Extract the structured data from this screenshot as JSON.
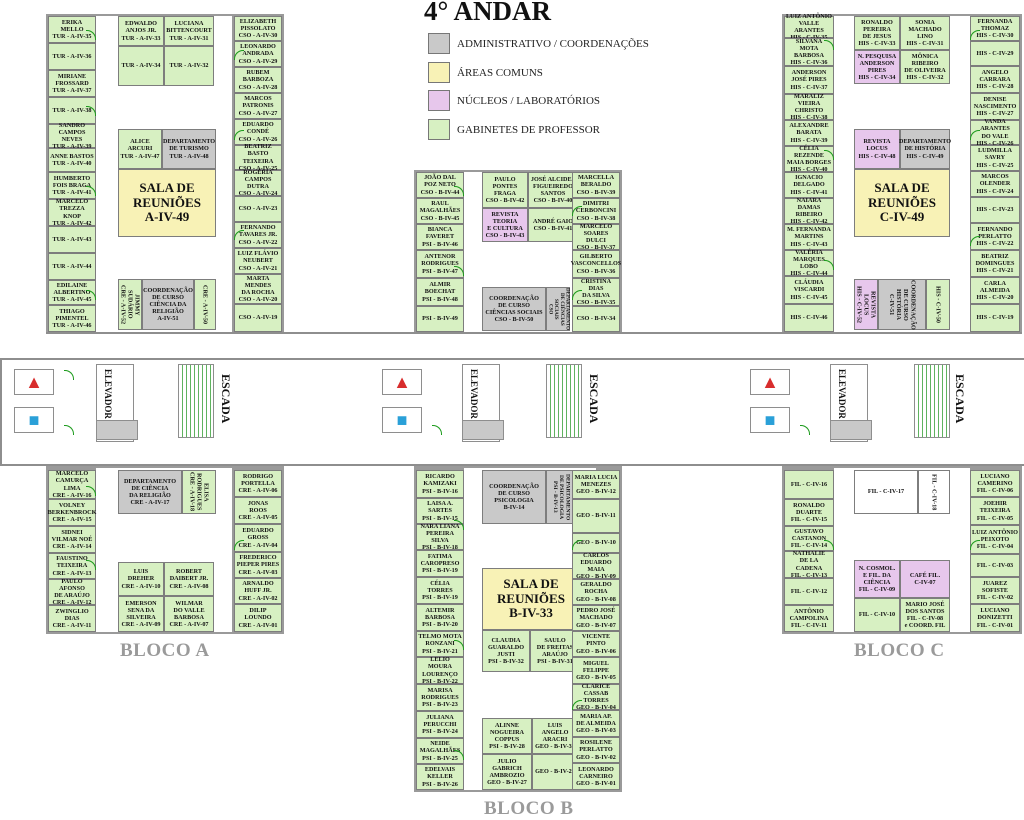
{
  "title": "4° ANDAR",
  "legend": [
    {
      "label": "ADMINISTRATIVO / COORDENAÇÕES",
      "color": "#c9c9c9"
    },
    {
      "label": "ÁREAS COMUNS",
      "color": "#f8f2b6"
    },
    {
      "label": "NÚCLEOS / LABORATÓRIOS",
      "color": "#e7c7ec"
    },
    {
      "label": "GABINETES DE PROFESSOR",
      "color": "#d7f0c2"
    }
  ],
  "blocks": {
    "a": "BLOCO A",
    "b": "BLOCO B",
    "c": "BLOCO C"
  },
  "labels": {
    "elevador": "ELEVADOR",
    "escada": "ESCADA"
  },
  "rooms": {
    "a1": "ERIKA MELLO\nTUR - A-IV-35",
    "a2": "TUR - A-IV-36",
    "a3": "MIRIANE\nFROSSARD\nTUR - A-IV-37",
    "a4": "TUR - A-IV-38",
    "a5": "SANDRO\nCAMPOS NEVES\nTUR - A-IV-39",
    "a6": "ANNE BASTOS\nTUR - A-IV-40",
    "a7": "HUMBERTO\nFOIS BRAGA\nTUR - A-IV-41",
    "a8": "MARCELO\nTREZZA KNOP\nTUR - A-IV-42",
    "a9": "TUR - A-IV-43",
    "a10": "TUR - A-IV-44",
    "a11": "EDILAINE\nALBERTINO\nTUR - A-IV-45",
    "a12": "THIAGO\nPIMENTEL\nTUR - A-IV-46",
    "a13": "EDWALDO\nANJOS JR.\nTUR - A-IV-33",
    "a14": "LUCIANA\nBITTENCOURT\nTUR - A-IV-31",
    "a15": "TUR - A-IV-34",
    "a16": "TUR - A-IV-32",
    "a17": "ELIZABETH\nPISSOLATO\nCSO - A-IV-30",
    "a18": "LEONARDO\nANDRADA\nCSO - A-IV-29",
    "a19": "RUBEM\nBARBOZA\nCSO - A-IV-28",
    "a20": "MARCOS\nPATRONIS\nCSO - A-IV-27",
    "a21": "EDUARDO\nCONDÉ\nCSO - A-IV-26",
    "a22": "BEATRIZ BASTO\nTEIXEIRA\nCSO - A-IV-25",
    "a23": "ROGÉRIA\nCAMPOS DUTRA\nCSO - A-IV-24",
    "a24": "CSO - A-IV-23",
    "a25": "FERNANDO\nTAVARES JR.\nCSO - A-IV-22",
    "a26": "LUIZ FLÁVIO\nNEUBERT\nCSO - A-IV-21",
    "a27": "MARTA MENDES\nDA ROCHA\nCSO - A-IV-20",
    "a28": "CSO - A-IV-19",
    "a29": "ALICE\nARCURI\nTUR - A-IV-47",
    "a30": "DEPARTAMENTO\nDE TURISMO\nTUR - A-IV-48",
    "a31": "SALA DE\nREUNIÕES\nA-IV-49",
    "a32": "JIMMY\nSUDÁRIO\nCRE - A-IV-52",
    "a33": "COORDENAÇÃO\nDE CURSO\nCIÊNCIA DA\nRELIGIÃO\nA-IV-51",
    "a34": "CRE - A-IV-50",
    "a35": "MARCELO\nCAMURÇA LIMA\nCRE - A-IV-16",
    "a36": "VOLNEY\nBERKENBROCK\nCRE - A-IV-15",
    "a37": "SIDNEI\nVILMAR NOÉ\nCRE - A-IV-14",
    "a38": "FAUSTINO\nTEIXEIRA\nCRE - A-IV-13",
    "a39": "PAULO AFONSO\nDE ARAÚJO\nCRE - A-IV-12",
    "a40": "ZWINGLIO\nDIAS\nCRE - A-IV-11",
    "a41": "DEPARTAMENTO\nDE CIÊNCIA\nDA RELIGIÃO\nCRE - A-IV-17",
    "a42": "ELISA\nRODRIGUES\nCRE - A-IV-18",
    "a43": "LUIS\nDREHER\nCRE - A-IV-10",
    "a44": "ROBERT\nDAIBERT JR.\nCRE - A-IV-08",
    "a45": "EMERSON\nSENA DA\nSILVEIRA\nCRE - A-IV-09",
    "a46": "WILMAR\nDO VALLE\nBARBOSA\nCRE - A-IV-07",
    "a47": "RODRIGO\nPORTELLA\nCRE - A-IV-06",
    "a48": "JONAS\nROOS\nCRE - A-IV-05",
    "a49": "EDUARDO\nGROSS\nCRE - A-IV-04",
    "a50": "FREDERICO\nPIEPER PIRES\nCRE - A-IV-03",
    "a51": "ARNALDO\nHUFF JR.\nCRE - A-IV-02",
    "a52": "DILIP\nLOUNDO\nCRE - A-IV-01",
    "b1": "JOÃO DAL\nPOZ NETO\nCSO - B-IV-44",
    "b2": "RAUL\nMAGALHÃES\nCSO - B-IV-45",
    "b3": "BIANCA\nFAVERET\nPSI - B-IV-46",
    "b4": "ANTENOR\nRODRIGUES\nPSI - B-IV-47",
    "b5": "ALMIR\nBOECHAT\nPSI - B-IV-48",
    "b6": "PSI - B-IV-49",
    "b7": "PAULO\nPONTES\nFRAGA\nCSO - B-IV-42",
    "b8": "JOSÉ ALCIDES\nFIGUEIREDO\nSANTOS\nCSO - B-IV-40",
    "b9": "REVISTA\nTEORIA\nE CULTURA\nCSO - B-IV-43",
    "b10": "ANDRÉ GAIO\nCSO - B-IV-41",
    "b11": "MARCELLA\nBERALDO\nCSO - B-IV-39",
    "b12": "DIMITRI\nCERBONCINI\nCSO - B-IV-38",
    "b13": "MARCELO\nSOARES DULCI\nCSO - B-IV-37",
    "b14": "GILBERTO\nVASCONCELLOS\nCSO - B-IV-36",
    "b15": "CRISTINA DIAS\nDA SILVA\nCSO - B-IV-35",
    "b16": "CSO - B-IV-34",
    "b17": "COORDENAÇÃO\nDE CURSO\nCIÊNCIAS SOCIAIS\nCSO - B-IV-50",
    "b18": "DEPARTAMENTO\nDE CIÊNCIAS\nSOCIAIS\nCSO",
    "b19": "RICARDO\nKAMIZAKI\nPSI - B-IV-16",
    "b20": "LAISA A.\nSARTES\nPSI - B-IV-15",
    "b21": "NARA LIANA\nPEREIRA SILVA\nPSI - B-IV-18",
    "b22": "FATIMA\nCAROPRESO\nPSI - B-IV-19",
    "b23": "CÉLIA\nTORRES\nPSI - B-IV-19",
    "b24": "ALTEMIR\nBARBOSA\nPSI - B-IV-20",
    "b25": "TELMO MOTA\nRONZANI\nPSI - B-IV-21",
    "b26": "LELIO MOURA\nLOURENÇO\nPSI - B-IV-22",
    "b27": "MARISA\nRODRIGUES\nPSI - B-IV-23",
    "b28": "JULIANA\nPERUCCHI\nPSI - B-IV-24",
    "b29": "NEIDE\nMAGALHÃES\nPSI - B-IV-25",
    "b30": "EDELVAIS\nKELLER\nPSI - B-IV-26",
    "b31": "COORDENAÇÃO\nDE CURSO\nPSICOLOGIA\nB-IV-14",
    "b32": "DEPARTAMENTO\nDE PSICOLOGIA\nPSI - B-IV-13",
    "b33": "SALA DE\nREUNIÕES\nB-IV-33",
    "b34": "CLAUDIA\nGUARALDO\nJUSTI\nPSI - B-IV-32",
    "b35": "SAULO\nDE FREITAS\nARAÚJO\nPSI - B-IV-31",
    "b36": "ALINNE\nNOGUEIRA\nCOPPUS\nPSI - B-IV-28",
    "b37": "LUIS ANGELO\nARACRI\nGEO - B-IV-30",
    "b38": "JULIO\nGABRICH\nAMBROZIO\nGEO - B-IV-27",
    "b39": "GEO - B-IV-29",
    "b40": "MARIA LUCIA\nMENEZES\nGEO - B-IV-12",
    "b41": "GEO - B-IV-11",
    "b42": "GEO - B-IV-10",
    "b43": "CARLOS\nEDUARDO MAIA\nGEO - B-IV-09",
    "b44": "GERALDO\nROCHA\nGEO - B-IV-08",
    "b45": "PEDRO JOSÉ\nMACHADO\nGEO - B-IV-07",
    "b46": "VICENTE\nPINTO\nGEO - B-IV-06",
    "b47": "MIGUEL\nFELIPPE\nGEO - B-IV-05",
    "b48": "CLARICE\nCASSAB TORRES\nGEO - B-IV-04",
    "b49": "MARIA AP.\nDE ALMEIDA\nGEO - B-IV-03",
    "b50": "ROSILENE\nPERLATTO\nGEO - B-IV-02",
    "b51": "LEONARDO\nCARNEIRO\nGEO - B-IV-01",
    "c1": "LUIZ ANTÔNIO\nVALLE ARANTES\nHIS - C-IV-35",
    "c2": "SILVANA MOTA\nBARBOSA\nHIS - C-IV-36",
    "c3": "ANDERSON\nJOSÉ PIRES\nHIS - C-IV-37",
    "c4": "MARALIZ\nVIEIRA CHRISTO\nHIS - C-IV-38",
    "c5": "ALEXANDRE\nBARATA\nHIS - C-IV-39",
    "c6": "CÉLIA REZENDE\nMAIA BORGES\nHIS - C-IV-40",
    "c7": "IGNACIO\nDELGADO\nHIS - C-IV-41",
    "c8": "NAIARA DAMAS\nRIBEIRO\nHIS - C-IV-42",
    "c9": "M. FERNANDA\nMARTINS\nHIS - C-IV-43",
    "c10": "VALÉRIA\nMARQUES LOBO\nHIS - C-IV-44",
    "c11": "CLÁUDIA\nVISCARDI\nHIS - C-IV-45",
    "c12": "HIS - C-IV-46",
    "c13": "RONALDO\nPEREIRA\nDE JESUS\nHIS - C-IV-33",
    "c14": "SONIA\nMACHADO\nLINO\nHIS - C-IV-31",
    "c15": "N. PESQUISA\nANDERSON\nPIRES\nHIS - C-IV-34",
    "c16": "MÔNICA\nRIBEIRO\nDE OLIVEIRA\nHIS - C-IV-32",
    "c17": "FERNANDA\nTHOMAZ\nHIS - C-IV-30",
    "c18": "HIS - C-IV-29",
    "c19": "ANGELO\nCARRARA\nHIS - C-IV-28",
    "c20": "DENISE\nNASCIMENTO\nHIS - C-IV-27",
    "c21": "VANDA ARANTES\nDO VALE\nHIS - C-IV-26",
    "c22": "LUDMILLA\nSAVRY\nHIS - C-IV-25",
    "c23": "MARCOS\nOLENDER\nHIS - C-IV-24",
    "c24": "HIS - C-IV-23",
    "c25": "FERNANDO\nPERLATTO\nHIS - C-IV-22",
    "c26": "BEATRIZ\nDOMINGUES\nHIS - C-IV-21",
    "c27": "CARLA\nALMEIDA\nHIS - C-IV-20",
    "c28": "HIS - C-IV-19",
    "c29": "REVISTA\nLOCUS\nHIS - C-IV-48",
    "c30": "DEPARTAMENTO\nDE HISTÓRIA\nHIS - C-IV-49",
    "c31": "SALA DE\nREUNIÕES\nC-IV-49",
    "c32": "REVISTA\nLOCUS\nHIS - C-IV-52",
    "c33": "COORDENAÇÃO\nDE CURSO\nHISTÓRIA\nC-IV-51",
    "c34": "HIS - C-IV-50",
    "c35": "FIL - C-IV-16",
    "c36": "RONALDO\nDUARTE\nFIL - C-IV-15",
    "c37": "GUSTAVO\nCASTANON\nFIL - C-IV-14",
    "c38": "NATHALIE\nDE LA CADENA\nFIL - C-IV-13",
    "c39": "FIL - C-IV-12",
    "c40": "ANTÔNIO\nCAMPOLINA\nFIL - C-IV-11",
    "c41": "FIL - C-IV-17",
    "c42": "FIL - C-IV-18",
    "c43": "N. COSMOL.\nE FIL. DA\nCIÊNCIA\nFIL - C-IV-09",
    "c44": "CAFÉ FIL.\nC-IV-07",
    "c45": "FIL - C-IV-10",
    "c46": "MARIO JOSÉ\nDOS SANTOS\nFIL - C-IV-08\ne COORD. FIL",
    "c47": "LUCIANO\nCAMERINO\nFIL - C-IV-06",
    "c48": "JOEHIR\nTEIXEIRA\nFIL - C-IV-05",
    "c49": "LUIZ ANTÔNIO\nPEIXOTO\nFIL - C-IV-04",
    "c50": "FIL - C-IV-03",
    "c51": "JUAREZ\nSOFISTE\nFIL - C-IV-02",
    "c52": "LUCIANO\nDONIZETTI\nFIL - C-IV-01"
  }
}
